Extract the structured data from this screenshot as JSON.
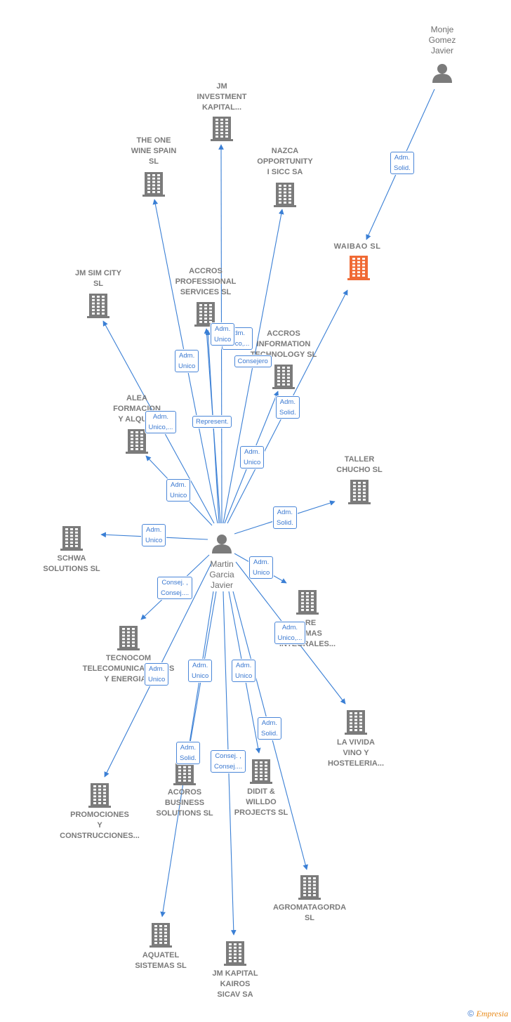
{
  "colors": {
    "edge": "#3a7fd5",
    "node": "#7b7b7b",
    "focus": "#f06a35"
  },
  "nodes": [
    {
      "id": "monje",
      "label": "Monje\nGomez\nJavier",
      "type": "person"
    },
    {
      "id": "jm_inv",
      "label": "JM\nINVESTMENT\nKAPITAL...",
      "type": "company"
    },
    {
      "id": "the_one",
      "label": "THE ONE\nWINE SPAIN\nSL",
      "type": "company"
    },
    {
      "id": "nazca",
      "label": "NAZCA\nOPPORTUNITY\nI SICC SA",
      "type": "company"
    },
    {
      "id": "waibao",
      "label": "WAIBAO  SL",
      "type": "focus"
    },
    {
      "id": "jm_sim",
      "label": "JM SIM CITY\nSL",
      "type": "company"
    },
    {
      "id": "accros_prof",
      "label": "ACCROS\nPROFESSIONAL\nSERVICES SL",
      "type": "company"
    },
    {
      "id": "accros_info",
      "label": "ACCROS\nINFORMATION\nTECHNOLOGY SL",
      "type": "company"
    },
    {
      "id": "alea",
      "label": "ALEA\nFORMACION\nY ALQUI...",
      "type": "company"
    },
    {
      "id": "taller",
      "label": "TALLER\nCHUCHO SL",
      "type": "company"
    },
    {
      "id": "schwa",
      "label": "SCHWA\nSOLUTIONS  SL",
      "type": "company"
    },
    {
      "id": "martin",
      "label": "Martin\nGarcia\nJavier",
      "type": "person"
    },
    {
      "id": "sitre",
      "label": "...RE\n...RMAS\nINTEGRALES...",
      "type": "company"
    },
    {
      "id": "tecnocom",
      "label": "TECNOCOM\nTELECOMUNICACIONES\nY ENERGIA...",
      "type": "company"
    },
    {
      "id": "la_vivida",
      "label": "LA VIVIDA\nVINO Y\nHOSTELERIA...",
      "type": "company"
    },
    {
      "id": "promociones",
      "label": "PROMOCIONES\nY\nCONSTRUCCIONES...",
      "type": "company"
    },
    {
      "id": "acoros",
      "label": "ACOROS\nBUSINESS\nSOLUTIONS SL",
      "type": "company"
    },
    {
      "id": "didit",
      "label": "DIDIT &\nWILLDO\nPROJECTS  SL",
      "type": "company"
    },
    {
      "id": "agromata",
      "label": "AGROMATAGORDA\nSL",
      "type": "company"
    },
    {
      "id": "aquatel",
      "label": "AQUATEL\nSISTEMAS SL",
      "type": "company"
    },
    {
      "id": "jm_kairos",
      "label": "JM KAPITAL\nKAIROS\nSICAV SA",
      "type": "company"
    }
  ],
  "edges": [
    {
      "from": "monje",
      "to": "waibao",
      "label": "Adm.\nSolid."
    },
    {
      "from": "martin",
      "to": "jm_inv",
      "label": "Adm.\nUnico,..."
    },
    {
      "from": "martin",
      "to": "the_one",
      "label": "Adm.\nUnico"
    },
    {
      "from": "martin",
      "to": "nazca",
      "label": "Consejero"
    },
    {
      "from": "martin",
      "to": "waibao",
      "label": "Adm.\nSolid."
    },
    {
      "from": "martin",
      "to": "jm_sim",
      "label": "Adm.\nUnico,..."
    },
    {
      "from": "martin",
      "to": "accros_prof",
      "label": "Adm.\nUnico"
    },
    {
      "from": "martin",
      "to": "accros_info",
      "label": "Adm.\nUnico"
    },
    {
      "from": "martin",
      "to": "alea",
      "label": "Adm.\nUnico"
    },
    {
      "from": "martin",
      "to": "taller",
      "label": "Adm.\nSolid."
    },
    {
      "from": "martin",
      "to": "schwa",
      "label": "Adm.\nUnico"
    },
    {
      "from": "martin",
      "to": "sitre",
      "label": "Adm.\nUnico"
    },
    {
      "from": "martin",
      "to": "tecnocom",
      "label": "Consej. ,\nConsej...."
    },
    {
      "from": "martin",
      "to": "la_vivida",
      "label": "Adm.\nUnico,..."
    },
    {
      "from": "martin",
      "to": "promociones",
      "label": "Adm.\nUnico"
    },
    {
      "from": "martin",
      "to": "acoros",
      "label": "Adm.\nUnico"
    },
    {
      "from": "martin",
      "to": "didit",
      "label": "Adm.\nUnico"
    },
    {
      "from": "martin",
      "to": "agromata",
      "label": "Adm.\nSolid."
    },
    {
      "from": "martin",
      "to": "aquatel",
      "label": "Adm.\nSolid."
    },
    {
      "from": "martin",
      "to": "jm_kairos",
      "label": "Consej. ,\nConsej...."
    },
    {
      "from": "martin",
      "to": "accros_prof",
      "label": "Represent."
    }
  ],
  "footer": {
    "copyright": "©",
    "brand": "Empresia"
  }
}
